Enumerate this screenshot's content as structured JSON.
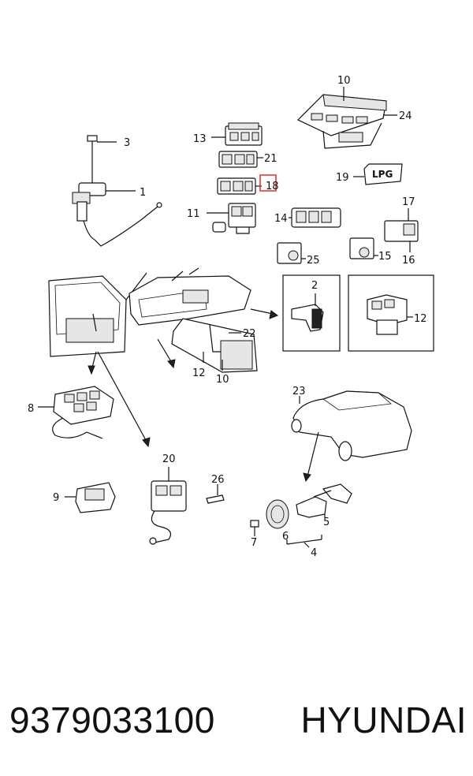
{
  "diagram": {
    "labels": {
      "p1": "1",
      "p2": "2",
      "p3": "3",
      "p4": "4",
      "p5": "5",
      "p6": "6",
      "p7": "7",
      "p8": "8",
      "p9": "9",
      "p10a": "10",
      "p10b": "10",
      "p11": "11",
      "p12a": "12",
      "p12b": "12",
      "p13": "13",
      "p14": "14",
      "p15": "15",
      "p16": "16",
      "p17": "17",
      "p18": "18",
      "p19": "19",
      "p20": "20",
      "p21": "21",
      "p22": "22",
      "p23": "23",
      "p24": "24",
      "p25": "25",
      "p26": "26"
    },
    "badge": "LPG",
    "highlight_color": "#e03030"
  },
  "caption": {
    "part_number": "9379033100",
    "brand": "HYUNDAI"
  }
}
